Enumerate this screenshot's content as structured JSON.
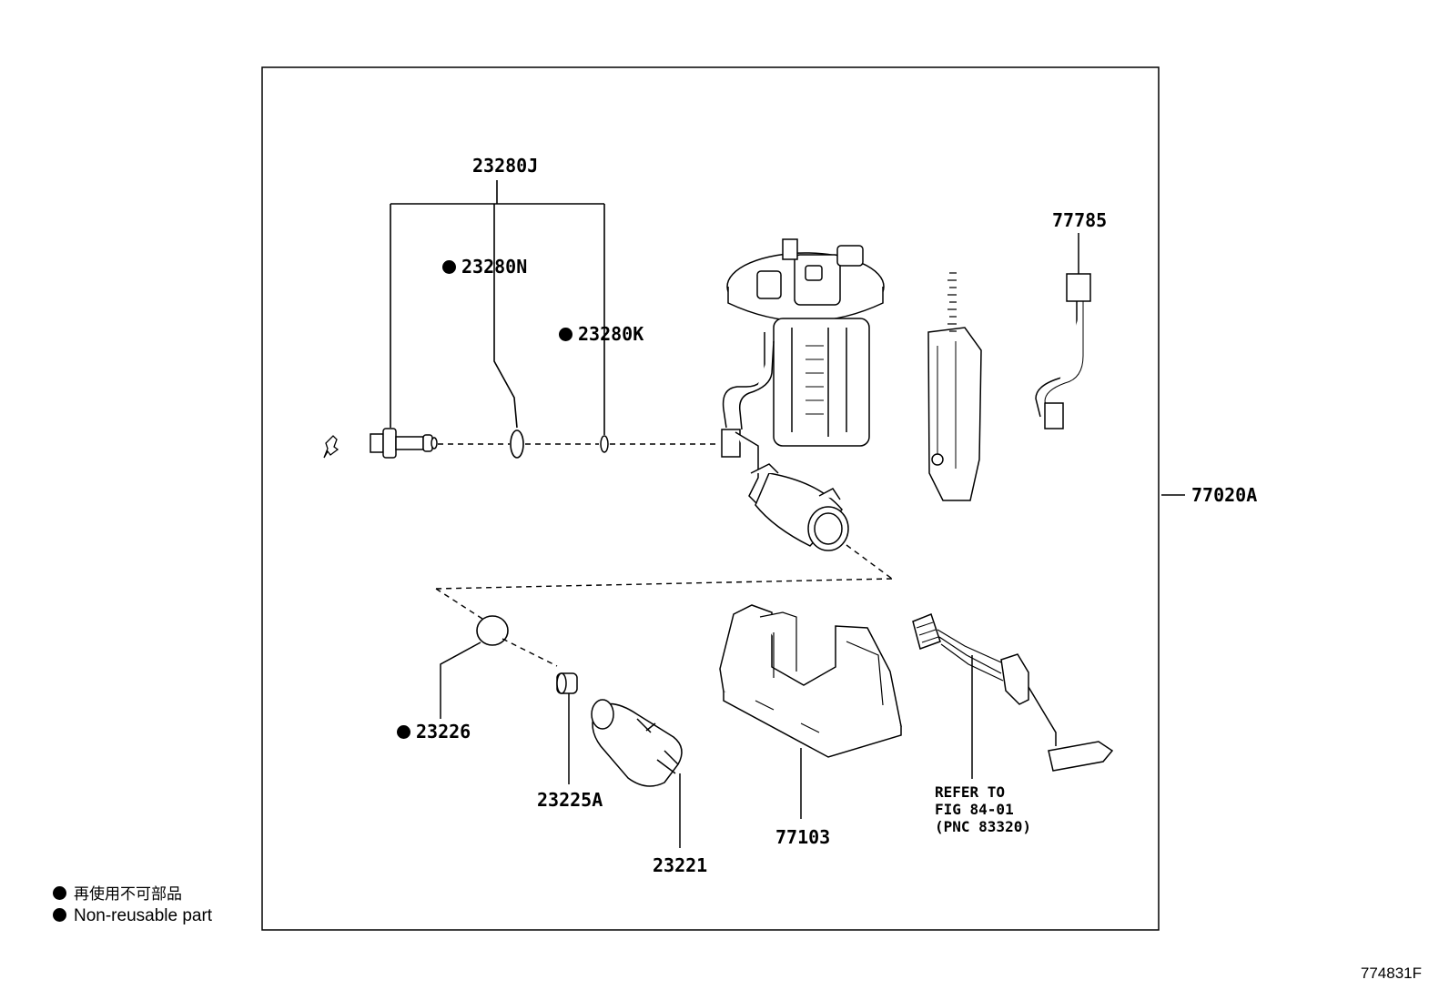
{
  "labels": {
    "p23280J": "23280J",
    "p23280N": "23280N",
    "p23280K": "23280K",
    "p77785": "77785",
    "p77020A": "77020A",
    "p23226": "23226",
    "p23225A": "23225A",
    "p23221": "23221",
    "p77103": "77103"
  },
  "refer": {
    "line1": "REFER TO",
    "line2": "FIG 84-01",
    "line3": "(PNC 83320)"
  },
  "legend": {
    "japanese": "再使用不可部品",
    "english": "Non-reusable part"
  },
  "figure_number": "774831F"
}
